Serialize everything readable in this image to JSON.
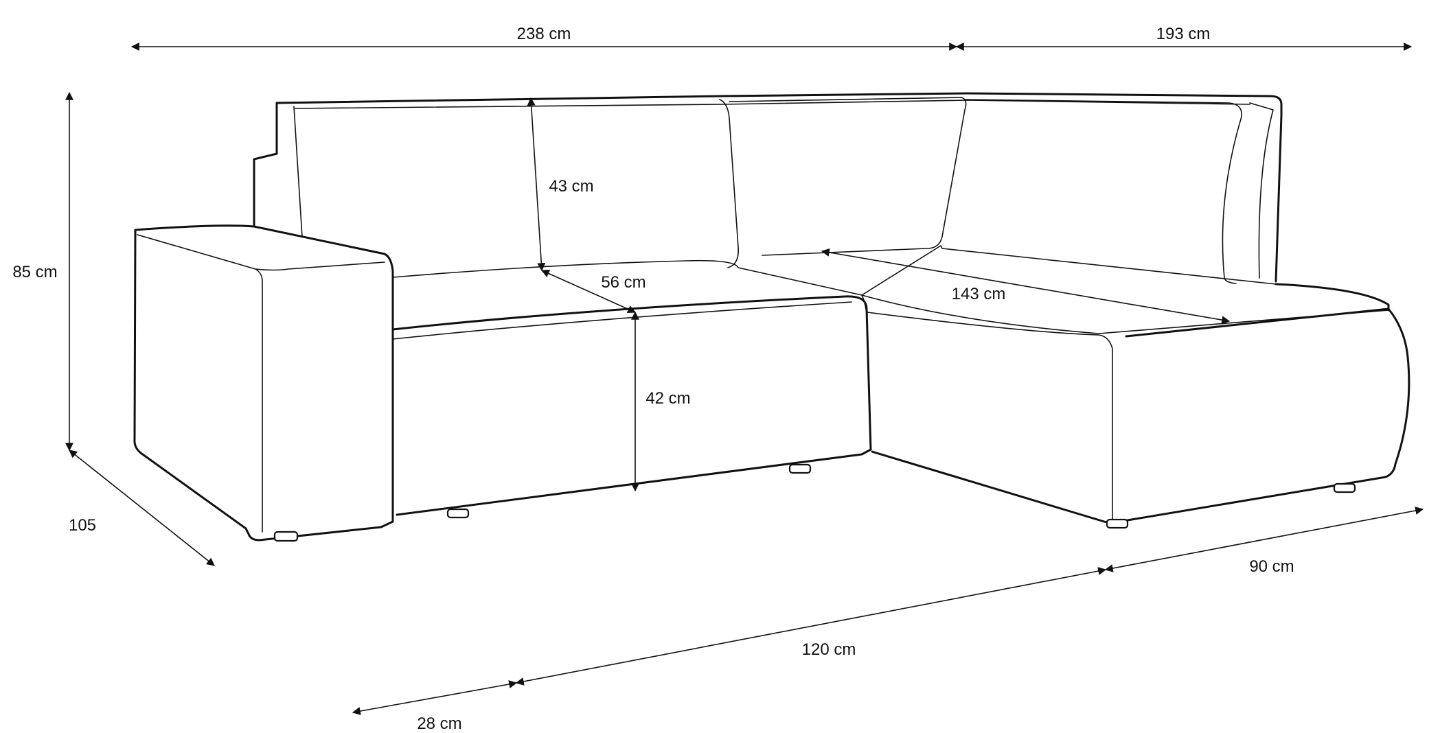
{
  "dimensions": {
    "width_left": "238 cm",
    "width_right": "193 cm",
    "height_total": "85 cm",
    "depth_arm": "105",
    "backrest_height": "43 cm",
    "seat_depth": "56 cm",
    "seat_height": "42 cm",
    "chaise_length": "143 cm",
    "bottom_28": "28 cm",
    "bottom_120": "120 cm",
    "bottom_90": "90 cm"
  },
  "colors": {
    "line": "#111111",
    "background": "#ffffff"
  }
}
